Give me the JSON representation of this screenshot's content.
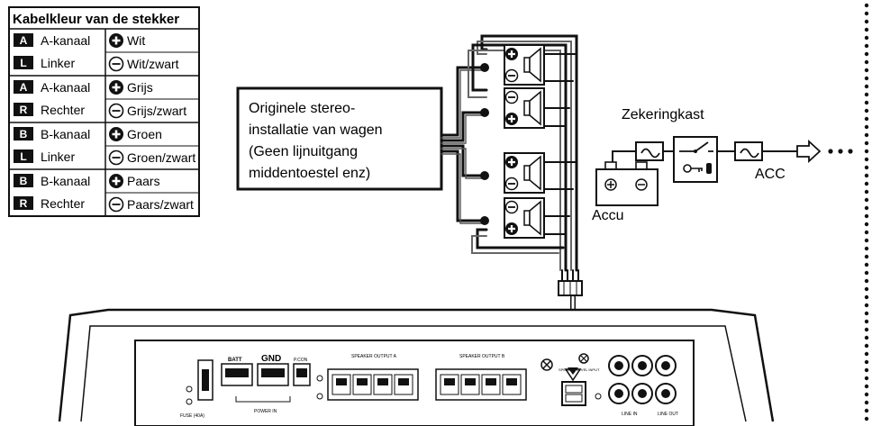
{
  "legend": {
    "title": "Kabelkleur van de stekker",
    "groups": [
      {
        "badge": "A",
        "channel": "A-kanaal",
        "side_badge": "L",
        "side": "Linker",
        "plus": "Wit",
        "minus": "Wit/zwart"
      },
      {
        "badge": "A",
        "channel": "A-kanaal",
        "side_badge": "R",
        "side": "Rechter",
        "plus": "Grijs",
        "minus": "Grijs/zwart"
      },
      {
        "badge": "B",
        "channel": "B-kanaal",
        "side_badge": "L",
        "side": "Linker",
        "plus": "Groen",
        "minus": "Groen/zwart"
      },
      {
        "badge": "B",
        "channel": "B-kanaal",
        "side_badge": "R",
        "side": "Rechter",
        "plus": "Paars",
        "minus": "Paars/zwart"
      }
    ]
  },
  "stereo_box": {
    "lines": [
      "Originele stereo-",
      "installatie van wagen",
      "(Geen lijnuitgang",
      "middentoestel enz)"
    ]
  },
  "fuse_box_label": "Zekeringkast",
  "battery_label": "Accu",
  "acc_label": "ACC",
  "amplifier": {
    "batt_label": "BATT",
    "gnd_label": "GND",
    "power_in_label": "POWER IN",
    "fuse_label": "FUSE (40A)",
    "rem_label": "P.CON",
    "speaker_output_a": "SPEAKER OUTPUT A",
    "speaker_output_b": "SPEAKER OUTPUT B",
    "speaker_level_input": "SPEAKER LEVEL INPUT",
    "line_in_label": "LINE IN",
    "line_out_label": "LINE OUT"
  },
  "colors": {
    "line": "#111111",
    "fill": "#ffffff",
    "badge": "#111111"
  }
}
